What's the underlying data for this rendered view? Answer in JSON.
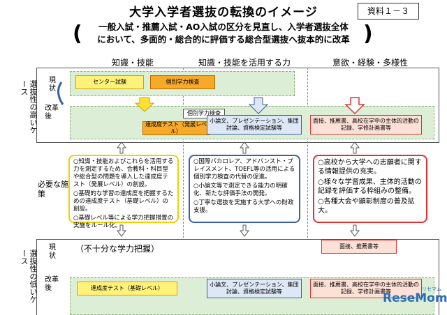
{
  "title": "大学入学者選抜の転換のイメージ",
  "ref_label": "資料１－３",
  "subtitle_line1": "一般入試・推薦入試・AO入試の区分を見直し、入学者選抜全体",
  "subtitle_line2": "において、多面的・総合的に評価する総合型選抜へ抜本的に改革",
  "columns": [
    "知識・技能",
    "知識・技能を活用する力",
    "意欲・経験・多様性"
  ],
  "top_section": {
    "side_label": "選抜性の高いケース",
    "current_label": "現状",
    "reform_label": "改革後",
    "current_boxes": [
      "センター試験",
      "個別学力検査"
    ],
    "reform_small_box": "個別学力検査",
    "reform_boxes": [
      "達成度テスト（発展レベル）",
      "小論文、プレゼンテーション、集団討論、資格検定試験等",
      "面接、推薦書、高校在学中の主体的活動の記録、学修計画書等"
    ]
  },
  "middle": {
    "label": "必要な施策",
    "left_notes": [
      "○知識・技能およびこれらを活用する力を測定するため、合教科・科目型や総合型の問題を導入した達成度テスト（発展レベル）の創設。",
      "○基礎的な学習の達成度を把握するための達成度テスト（基礎レベル）の創設。",
      "○基礎レベル等による学力把握措置の実施をルール化。"
    ],
    "center_notes": [
      "○国際バカロレア、アドバンスト・プレイスメント、TOEFL等の活用による個別学力検査の代替の促進。",
      "○小論文等で測定できる能力の明確化、新たな評価手法の開発。",
      "○丁寧な選抜を実施する大学への財政支援。"
    ],
    "right_notes": [
      "○高校から大学への志願者に関する情報提供の充実。",
      "○様々な学習成果、主体的活動の記録を評価する枠組みの整備。",
      "○各種大会や顕彰制度の普及拡大。"
    ]
  },
  "bottom_section": {
    "side_label": "選抜性の低いケース",
    "current_label": "現状",
    "reform_label": "改革後",
    "current_note": "（不十分な学力把握）",
    "current_box": "面接、推薦書等",
    "reform_boxes": [
      "達成度テスト（基礎レベル）",
      "小論文、プレゼンテーション、集団討論、資格検定試験等",
      "面接、推薦書、高校在学中の主体的活動の記録、学修計画書等"
    ]
  },
  "watermark": "ReseMom",
  "watermark_small": "リセマム"
}
